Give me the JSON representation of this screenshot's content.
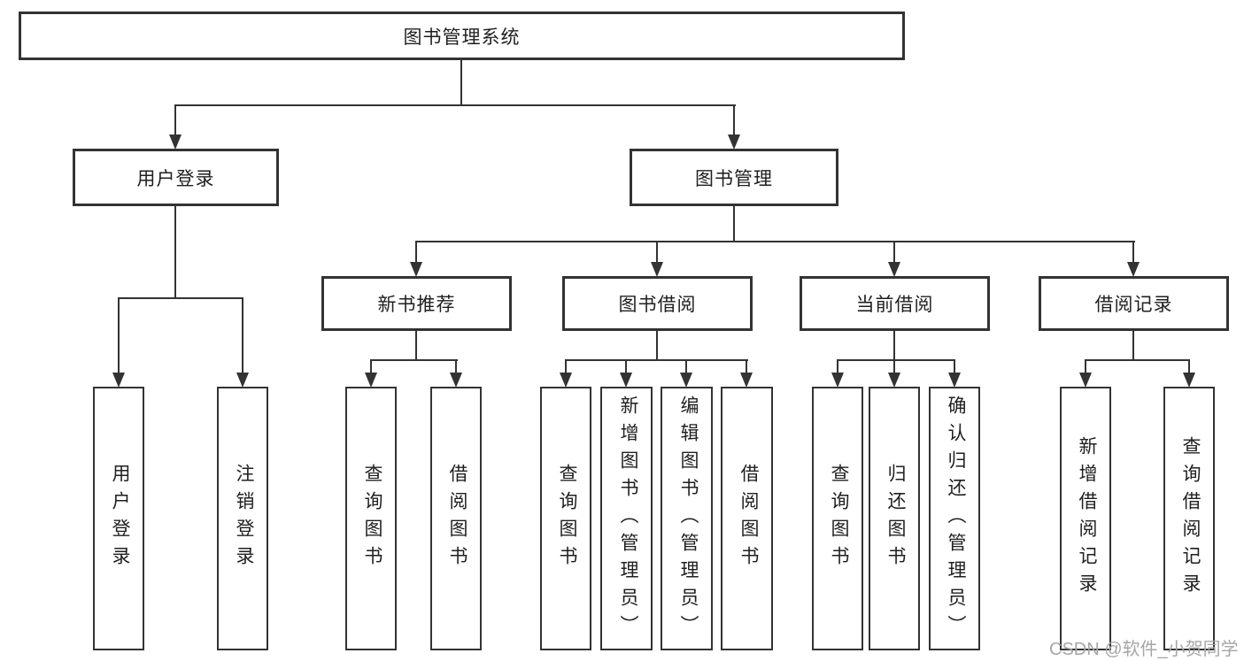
{
  "diagram": {
    "root": "图书管理系统",
    "user": {
      "label": "用户登录",
      "children": [
        "用户登录",
        "注销登录"
      ]
    },
    "mgmt": {
      "label": "图书管理",
      "groups": [
        {
          "label": "新书推荐",
          "children": [
            "查询图书",
            "借阅图书"
          ]
        },
        {
          "label": "图书借阅",
          "children": [
            "查询图书",
            "新增图书（管理员）",
            "编辑图书（管理员）",
            "借阅图书"
          ]
        },
        {
          "label": "当前借阅",
          "children": [
            "查询图书",
            "归还图书",
            "确认归还（管理员）"
          ]
        },
        {
          "label": "借阅记录",
          "children": [
            "新增借阅记录",
            "查询借阅记录"
          ]
        }
      ]
    }
  },
  "watermark": "CSDN @软件_小贺同学",
  "colors": {
    "line": "#333333",
    "text": "#1f1f1f",
    "watermark": "#a6a6a6",
    "background": "#ffffff"
  }
}
